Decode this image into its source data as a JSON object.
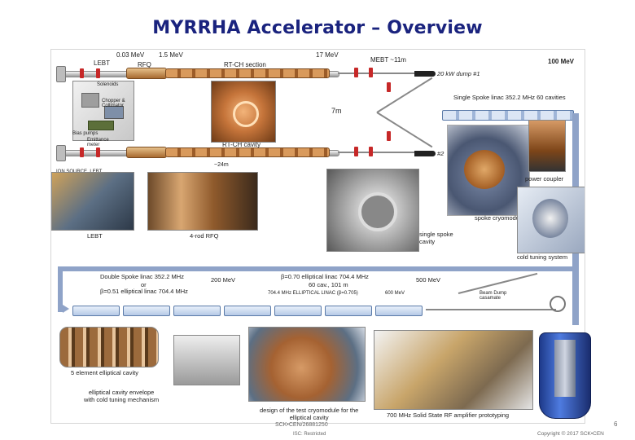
{
  "slide": {
    "title": "MYRRHA Accelerator – Overview",
    "page_number": "6",
    "footer_doc_id": "SCK•CEN/26881250",
    "footer_restriction": "ISC: Restricted",
    "copyright": "Copyright © 2017 SCK•CEN"
  },
  "diagram": {
    "injector": {
      "energy_start": "0.03 MeV",
      "energy_rfq": "1.5 MeV",
      "energy_rtch": "17 MeV",
      "lebt": "LEBT",
      "rfq": "RFQ",
      "rtch_section": "RT-CH section",
      "mebt": "MEBT ~11m",
      "dump_label": "20 kW dump #1",
      "dump2_label": "#2",
      "rtch_cavity": "RT-CH cavity",
      "len_7m": "7m",
      "len_24m": "~24m",
      "ion_source": "ION SOURCE, LEBT",
      "solenoid": "Solenoids",
      "chopper": "Chopper &\nCollimator",
      "sol_pumps": "Bias pumps",
      "bias": "Emittance\nmeter"
    },
    "spoke": {
      "energy": "100 MeV",
      "linac": "Single Spoke linac 352.2 MHz 60 cavities",
      "power_coupler": "power coupler",
      "cryomodule": "spoke cryomodule",
      "single_cavity": "single spoke\ncavity",
      "cold_tuning": "cold tuning system"
    },
    "photos": {
      "lebt": "LEBT",
      "rfq": "4-rod RFQ"
    },
    "mid": {
      "double_spoke": "Double Spoke linac 352.2 MHz",
      "or": "or",
      "beta_051": "β=0.51 elliptical linac 704.4 MHz",
      "energy_200": "200 MeV",
      "beta_070": "β=0.70 elliptical linac 704.4 MHz",
      "cav_count": "60 cav., 101 m",
      "elliptical_caption": "704.4 MHz ELLIPTICAL LINAC (β=0.705)",
      "energy_500": "500 MeV",
      "energy_600": "600 MeV",
      "beam_dump": "Beam Dump\ncasamate"
    },
    "bottom": {
      "five_cell": "5 element elliptical cavity",
      "envelope": "elliptical cavity envelope\nwith cold tuning mechanism",
      "cryomodule_design": "design of the test cryomodule for the\nelliptical cavity",
      "amplifier": "700 MHz Solid State RF amplifier prototyping"
    }
  },
  "colors": {
    "title": "#1a237e",
    "connector": "#8fa3c8",
    "beam_red": "#c62828",
    "copper": "#c97b45"
  }
}
